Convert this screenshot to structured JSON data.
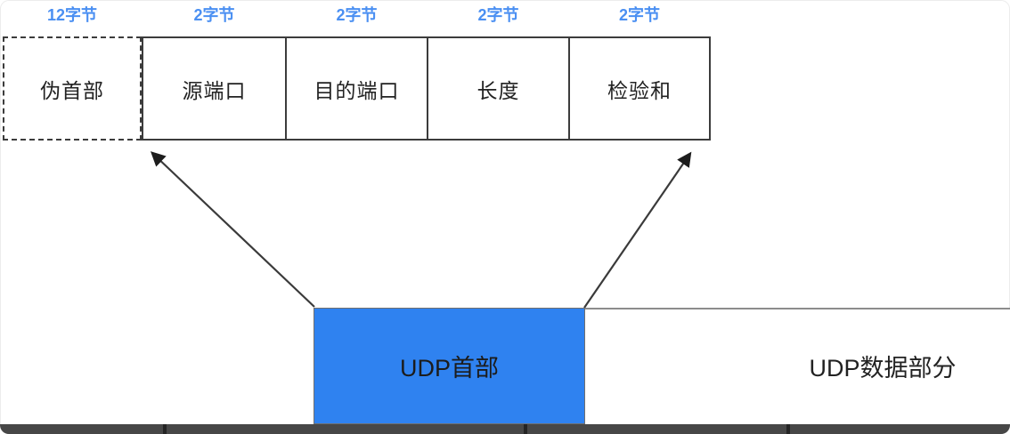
{
  "colors": {
    "accent_blue": "#2F82F0",
    "label_blue": "#4A8FF2",
    "line_dark": "#3C3C3C",
    "segment_border_gray": "#8C8C8C",
    "bar_dark": "#474747",
    "text_dark": "#222222"
  },
  "byte_labels": [
    "12字节",
    "2字节",
    "2字节",
    "2字节",
    "2字节"
  ],
  "header_fields": [
    "伪首部",
    "源端口",
    "目的端口",
    "长度",
    "检验和"
  ],
  "segments": {
    "header_label": "UDP首部",
    "data_label": "UDP数据部分"
  }
}
